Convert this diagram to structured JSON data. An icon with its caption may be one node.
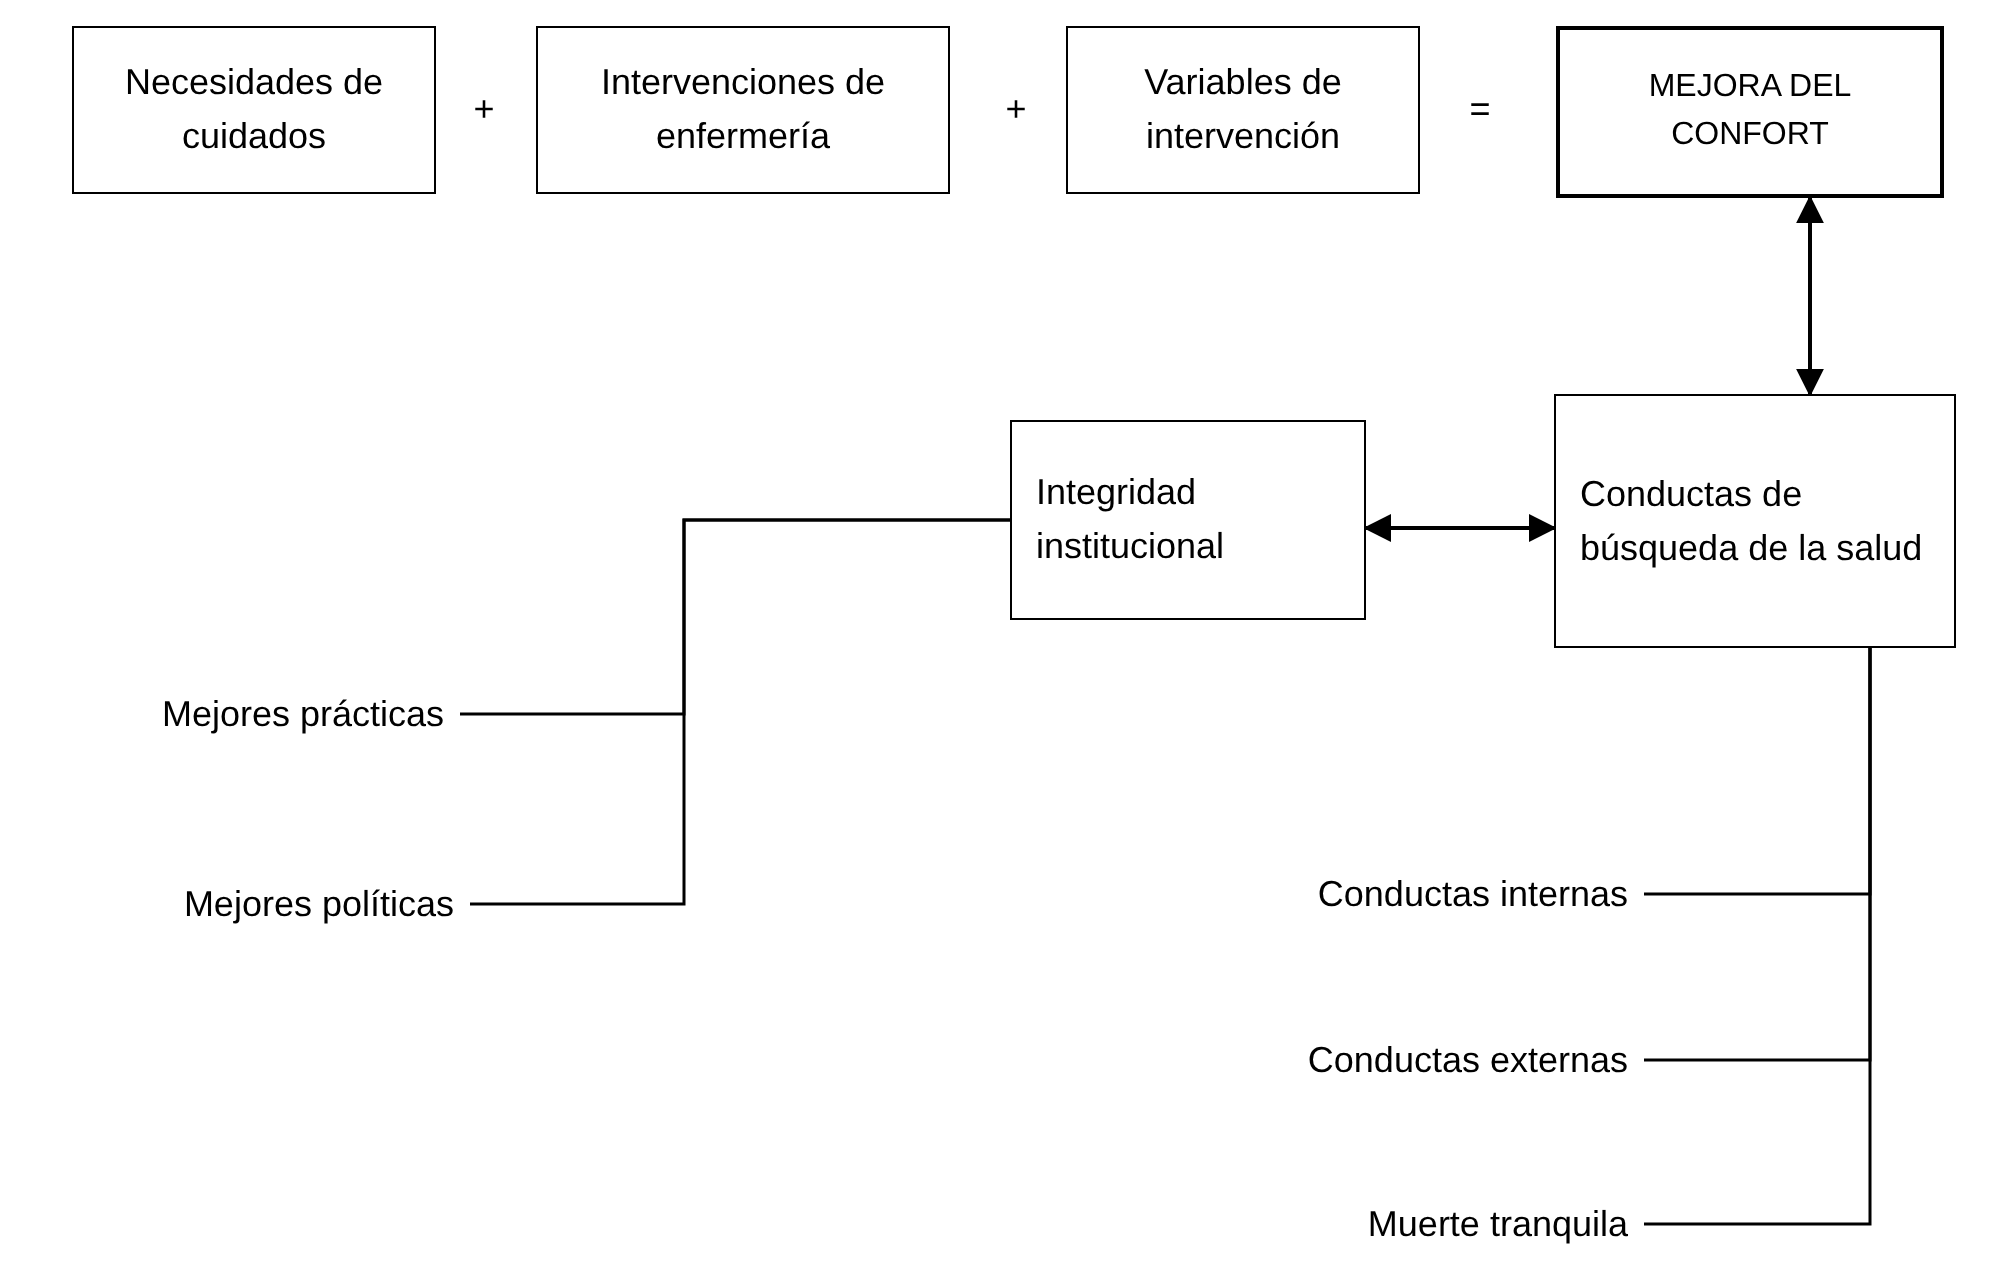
{
  "diagram": {
    "nodes": [
      {
        "text": [
          "Necesidades de cuidados"
        ]
      },
      {
        "text": [
          "Intervenciones de enfermería"
        ]
      },
      {
        "text": [
          "Variables de intervención"
        ]
      },
      {
        "text": [
          "MEJORA DEL CONFORT"
        ]
      },
      {
        "text": [
          "Integridad institucional"
        ]
      },
      {
        "text": [
          "Conductas de búsqueda de la salud"
        ]
      },
      {
        "text": [
          "Mejores prácticas"
        ]
      },
      {
        "text": [
          "Mejores políticas"
        ]
      },
      {
        "text": [
          "Conductas internas"
        ]
      },
      {
        "text": [
          "Conductas externas"
        ]
      },
      {
        "text": [
          "Muerte tranquila"
        ]
      }
    ],
    "edges": [
      {
        "from": 3,
        "to": 5,
        "arrow": "both"
      },
      {
        "from": 4,
        "to": 5,
        "arrow": "both"
      },
      {
        "from": 6,
        "to": 4,
        "arrow": "none"
      },
      {
        "from": 7,
        "to": 4,
        "arrow": "none"
      },
      {
        "from": 8,
        "to": 5,
        "arrow": "none"
      },
      {
        "from": 9,
        "to": 5,
        "arrow": "none"
      },
      {
        "from": 10,
        "to": 5,
        "arrow": "none"
      }
    ],
    "labels": [
      "+",
      "+",
      "="
    ]
  }
}
